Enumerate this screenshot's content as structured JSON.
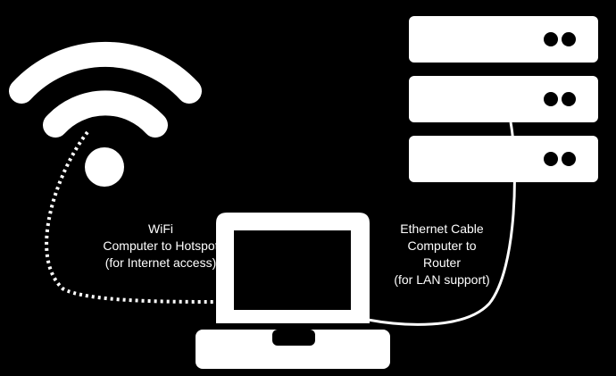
{
  "colors": {
    "background": "#000000",
    "foreground": "#ffffff"
  },
  "icons": {
    "wifi": "wifi-icon",
    "laptop": "laptop-icon",
    "server": "server-rack-icon"
  },
  "wifi_link": {
    "line1": "WiFi",
    "line2": "Computer to Hotspot",
    "line3": "(for Internet access)",
    "style": "dotted"
  },
  "ethernet_link": {
    "line1": "Ethernet Cable",
    "line2": "Computer to",
    "line3": "Router",
    "line4": "(for LAN support)",
    "style": "solid"
  }
}
